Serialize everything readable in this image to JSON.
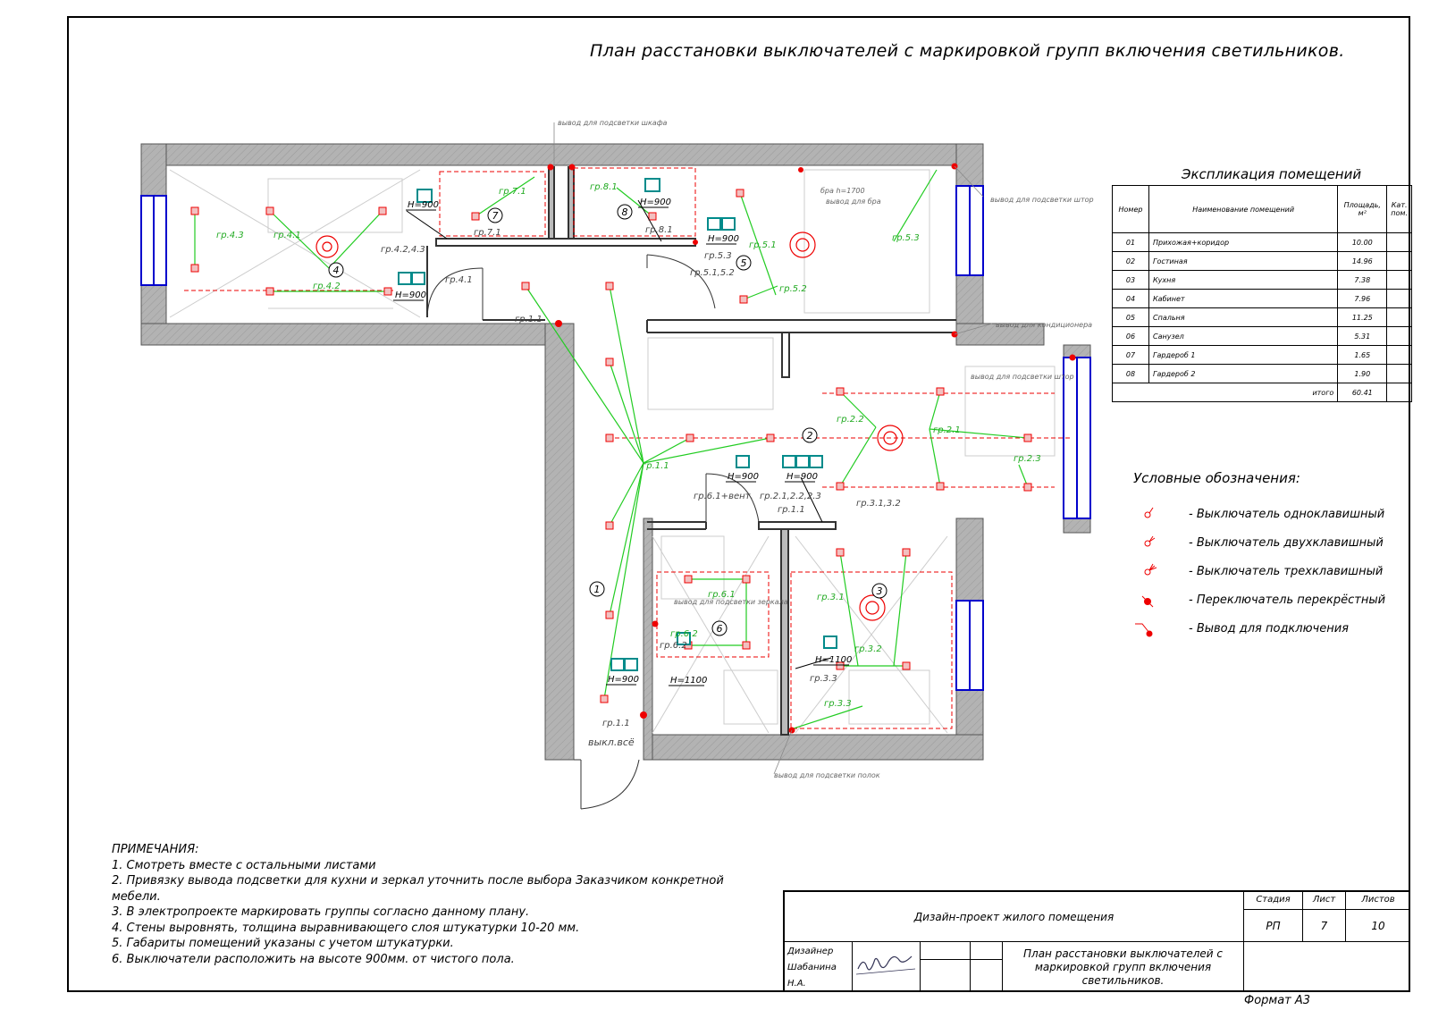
{
  "title": "План расстановки выключателей с маркировкой групп включения светильников.",
  "explication": {
    "title": "Экспликация помещений",
    "headers": [
      "Номер",
      "Наименование помещений",
      "Площадь, м²",
      "Кат. пом."
    ],
    "rows": [
      {
        "num": "01",
        "name": "Прихожая+коридор",
        "area": "10.00"
      },
      {
        "num": "02",
        "name": "Гостиная",
        "area": "14.96"
      },
      {
        "num": "03",
        "name": "Кухня",
        "area": "7.38"
      },
      {
        "num": "04",
        "name": "Кабинет",
        "area": "7.96"
      },
      {
        "num": "05",
        "name": "Спальня",
        "area": "11.25"
      },
      {
        "num": "06",
        "name": "Санузел",
        "area": "5.31"
      },
      {
        "num": "07",
        "name": "Гардероб 1",
        "area": "1.65"
      },
      {
        "num": "08",
        "name": "Гардероб 2",
        "area": "1.90"
      }
    ],
    "total_label": "итого",
    "total_value": "60.41"
  },
  "legend": {
    "title": "Условные обозначения:",
    "items": [
      "- Выключатель одноклавишный",
      "- Выключатель двухклавишный",
      "- Выключатель трехклавишный",
      "- Переключатель перекрёстный",
      "- Вывод для подключения"
    ]
  },
  "notes": {
    "heading": "ПРИМЕЧАНИЯ:",
    "items": [
      "1. Смотреть вместе с остальными листами",
      "2. Привязку вывода подсветки для кухни и зеркал уточнить после выбора Заказчиком конкретной мебели.",
      "3. В электропроекте маркировать группы согласно данному плану.",
      "4. Стены выровнять, толщина выравнивающего слоя штукатурки 10-20 мм.",
      "5. Габариты помещений указаны с учетом штукатурки.",
      "6. Выключатели расположить на высоте 900мм. от чистого пола."
    ]
  },
  "stamp": {
    "project": "Дизайн-проект жилого помещения",
    "stage_label": "Стадия",
    "sheet_label": "Лист",
    "sheets_label": "Листов",
    "stage": "РП",
    "sheet": "7",
    "sheets": "10",
    "role": "Дизайнер",
    "person": "Шабанина Н.А.",
    "drawing_title": "План расстановки выключателей с маркировкой групп включения светильников."
  },
  "format": "Формат А3",
  "plan_labels": {
    "rooms": [
      "1",
      "2",
      "3",
      "4",
      "5",
      "6",
      "7",
      "8"
    ],
    "groups": [
      "гр.1.1",
      "гр.2.1",
      "гр.2.2",
      "гр.2.3",
      "гр.3.1",
      "гр.3.2",
      "гр.3.3",
      "гр.4.1",
      "гр.4.2",
      "гр.4.3",
      "гр.5.1",
      "гр.5.2",
      "гр.5.3",
      "гр.6.1",
      "гр.6.2",
      "гр.7.1",
      "гр.8.1"
    ],
    "switch_tags": [
      "гр.7.1",
      "гр.8.1",
      "гр.4.2,4.3",
      "гр.4.1",
      "гр.5.3",
      "гр.5.1,5.2",
      "гр.1.1",
      "гр.6.1+вент.",
      "гр.2.1,2.2,2.3",
      "гр.1.1",
      "гр.3.1,3.2",
      "гр.6.2",
      "гр.3.3",
      "гр.1.1",
      "выкл.всё"
    ],
    "heights": [
      "H=900",
      "H=900",
      "H=900",
      "H=900",
      "H=900",
      "H=900",
      "H=1100",
      "H=1100",
      "H=900"
    ],
    "outlets": [
      "вывод для подсветки шкафа",
      "бра h=1700",
      "вывод для бра",
      "вывод для подсветки штор",
      "вывод для кондиционера",
      "вывод для подсветки штор",
      "вывод для подсветки зеркала",
      "вывод для подсветки полок"
    ]
  },
  "colors": {
    "wall": "#b3b3b3",
    "group_line": "#22cc22",
    "marker": "#e00000",
    "switch_box": "#008b8b",
    "window": "#0000cc"
  }
}
